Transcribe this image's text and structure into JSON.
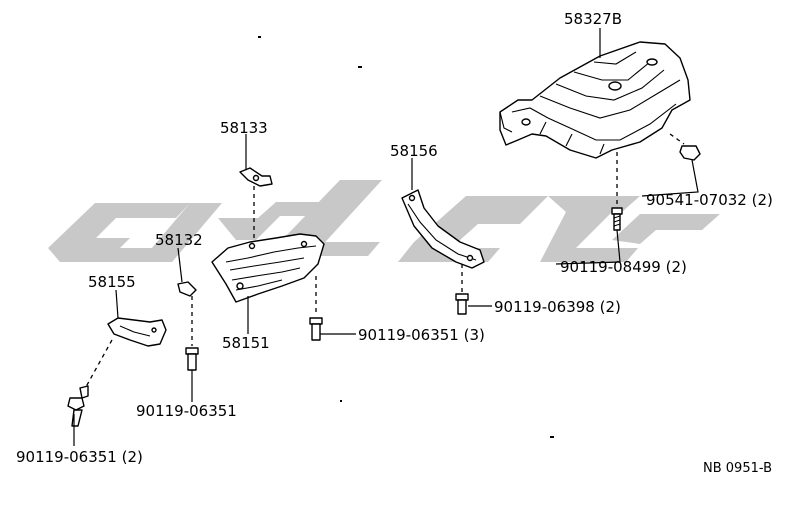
{
  "diagram": {
    "watermark_text": "cv cvcv",
    "labels": [
      {
        "id": "p58327b",
        "text": "58327B"
      },
      {
        "id": "p58133",
        "text": "58133"
      },
      {
        "id": "p58156",
        "text": "58156"
      },
      {
        "id": "p58132",
        "text": "58132"
      },
      {
        "id": "p58155",
        "text": "58155"
      },
      {
        "id": "p58151",
        "text": "58151"
      },
      {
        "id": "b9054107032",
        "text": "90541-07032 (2)"
      },
      {
        "id": "b9011908499",
        "text": "90119-08499 (2)"
      },
      {
        "id": "b9011906398",
        "text": "90119-06398 (2)"
      },
      {
        "id": "b9011906351x3",
        "text": "90119-06351 (3)"
      },
      {
        "id": "b9011906351",
        "text": "90119-06351"
      },
      {
        "id": "b9011906351x2",
        "text": "90119-06351 (2)"
      },
      {
        "id": "figref",
        "text": "NB 0951-B"
      }
    ]
  }
}
